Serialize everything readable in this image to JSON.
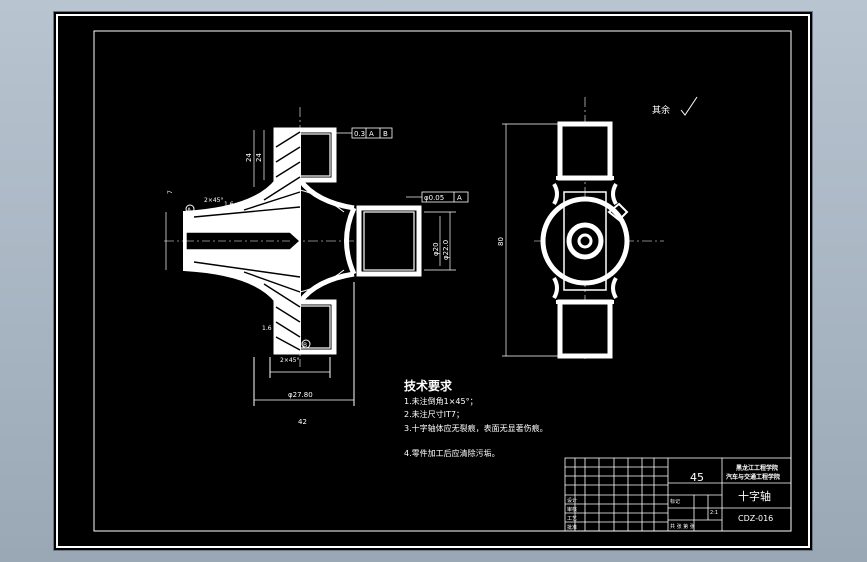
{
  "roughness_note": "其余",
  "dimensions": {
    "d24a": "24",
    "d24b": "24",
    "chamfer_a": "2×45°",
    "d1_6": "1.6",
    "d7": "7",
    "dia_27": "φ27.80",
    "d42": "42",
    "dia_22_a": "φ22.0",
    "dia_22_b": "φ20",
    "d80": "80",
    "chamfer_b": "2×45°",
    "d1_6b": "1.6"
  },
  "tolerance_frames": {
    "upper": [
      "0.3",
      "A",
      "B"
    ],
    "right": [
      "φ0.05",
      "A"
    ]
  },
  "datum_a": "A",
  "datum_b": "B",
  "requirements": {
    "title": "技术要求",
    "items": [
      "1.未注倒角1×45°；",
      "2.未注尺寸IT7；",
      "3.十字轴体应无裂痕，表面无显著伤痕。",
      "4.零件加工后应清除污垢。"
    ]
  },
  "title_block": {
    "material": "45",
    "school_line1": "黑龙江工程学院",
    "school_line2": "汽车与交通工程学院",
    "part_name": "十字轴",
    "drawing_no": "CDZ-016",
    "scale": "2:1",
    "row_label_a": "标记",
    "row_label_b": "设计",
    "row_label_c": "审核",
    "row_label_d": "工艺",
    "row_label_e": "批准",
    "cell_sheet": "共 张 第 张"
  }
}
